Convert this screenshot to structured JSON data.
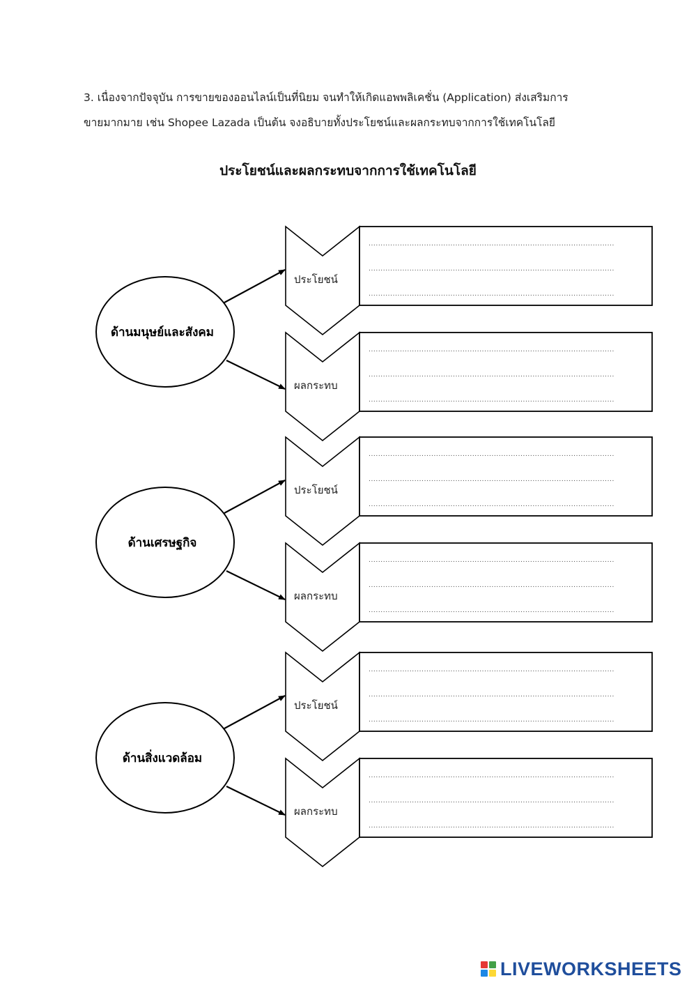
{
  "question": {
    "line1": "3. เนื่องจากปัจจุบัน การขายของออนไลน์เป็นที่นิยม จนทำให้เกิดแอพพลิเคชั่น (Application) ส่งเสริมการ",
    "line2": "ขายมากมาย เช่น Shopee Lazada เป็นต้น จงอธิบายทั้งประโยชน์และผลกระทบจากการใช้เทคโนโลยี"
  },
  "title": "ประโยชน์และผลกระทบจากการใช้เทคโนโลยี",
  "groups": [
    {
      "aspect": "ด้านมนุษย์และสังคม",
      "items": [
        {
          "label": "ประโยชน์",
          "lines": [
            "......................................................................................................",
            "......................................................................................................",
            "......................................................................................................"
          ]
        },
        {
          "label": "ผลกระทบ",
          "lines": [
            "......................................................................................................",
            "......................................................................................................",
            "......................................................................................................"
          ]
        }
      ]
    },
    {
      "aspect": "ด้านเศรษฐกิจ",
      "items": [
        {
          "label": "ประโยชน์",
          "lines": [
            "......................................................................................................",
            "......................................................................................................",
            "......................................................................................................"
          ]
        },
        {
          "label": "ผลกระทบ",
          "lines": [
            "......................................................................................................",
            "......................................................................................................",
            "......................................................................................................"
          ]
        }
      ]
    },
    {
      "aspect": "ด้านสิ่งแวดล้อม",
      "items": [
        {
          "label": "ประโยชน์",
          "lines": [
            "......................................................................................................",
            "......................................................................................................",
            "......................................................................................................"
          ]
        },
        {
          "label": "ผลกระทบ",
          "lines": [
            "......................................................................................................",
            "......................................................................................................",
            "......................................................................................................"
          ]
        }
      ]
    }
  ],
  "branding": {
    "logo_text": "LIVEWORKSHEETS",
    "logo_colors": [
      "#e53935",
      "#43a047",
      "#1e88e5",
      "#fdd835"
    ]
  }
}
